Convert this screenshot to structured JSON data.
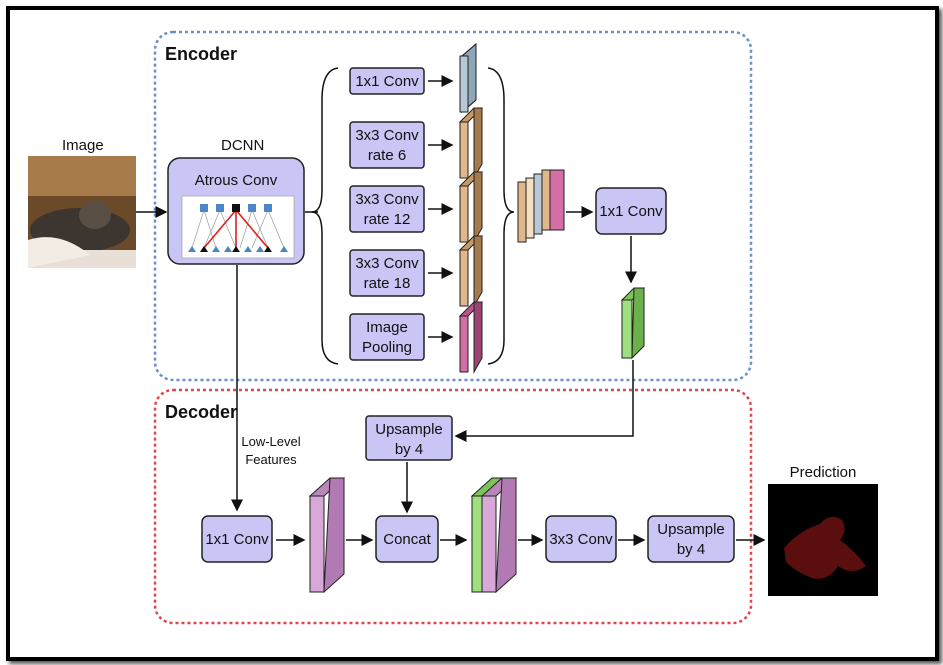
{
  "encoder": {
    "title": "Encoder",
    "color": "#6a8fd0"
  },
  "decoder": {
    "title": "Decoder",
    "color": "#e0474c"
  },
  "input": {
    "label": "Image"
  },
  "dcnn": {
    "label": "DCNN",
    "block": "Atrous Conv"
  },
  "aspp": [
    {
      "line1": "1x1 Conv",
      "line2": "",
      "color": "#b7c9d6"
    },
    {
      "line1": "3x3 Conv",
      "line2": "rate 6",
      "color": "#e0b88a"
    },
    {
      "line1": "3x3 Conv",
      "line2": "rate 12",
      "color": "#e0b88a"
    },
    {
      "line1": "3x3 Conv",
      "line2": "rate 18",
      "color": "#e0b88a"
    },
    {
      "line1": "Image",
      "line2": "Pooling",
      "color": "#d36fa6"
    }
  ],
  "encoder_conv": {
    "label": "1x1 Conv"
  },
  "encoder_output_color": "#9fe07e",
  "low_level": {
    "line1": "Low-Level",
    "line2": "Features"
  },
  "decoder_blocks": {
    "conv1x1": "1x1 Conv",
    "upsample1": {
      "line1": "Upsample",
      "line2": "by 4"
    },
    "concat": "Concat",
    "conv3x3": "3x3 Conv",
    "upsample2": {
      "line1": "Upsample",
      "line2": "by 4"
    }
  },
  "lowlevel_feat_color": "#d8a8d8",
  "prediction": {
    "label": "Prediction"
  }
}
